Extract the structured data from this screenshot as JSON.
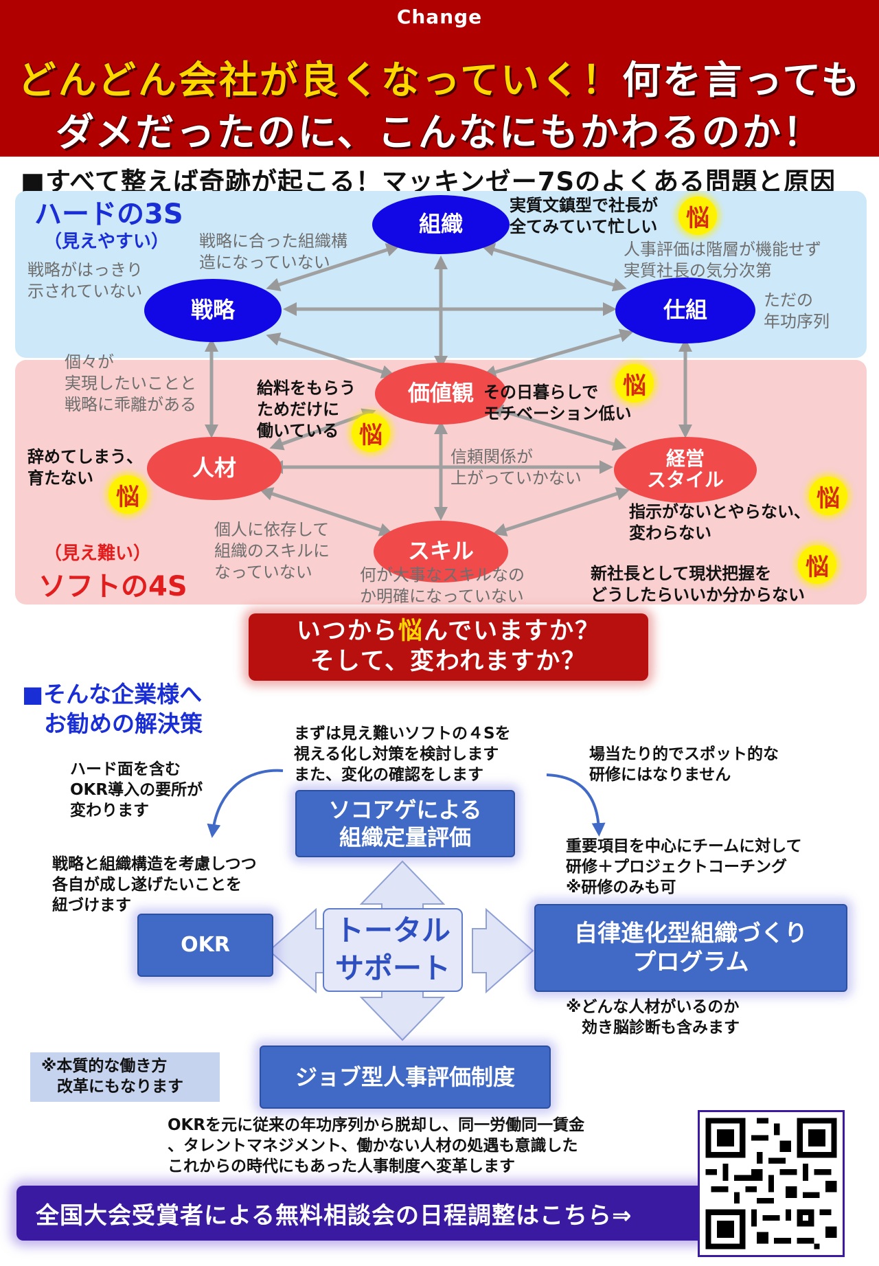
{
  "header": {
    "tag": "Change",
    "line1_a": "どんどん会社が良くなっていく！",
    "line1_b": "何を言っても",
    "line2": "ダメだったのに、こんなにもかわるのか！"
  },
  "section1_title": "■すべて整えば奇跡が起こる！マッキンゼー7Sのよくある問題と原因",
  "hard": {
    "title": "ハードの3S",
    "sub": "（見えやすい）"
  },
  "soft": {
    "title": "ソフトの4S",
    "sub": "（見え難い）"
  },
  "nodes": {
    "soshiki": "組織",
    "senryaku": "戦略",
    "shikumi": "仕組",
    "kachikan": "価値観",
    "jinzai": "人材",
    "keiei_1": "経営",
    "keiei_2": "スタイル",
    "skill": "スキル"
  },
  "nayami_char": "悩",
  "notes": {
    "strategy_unclear": [
      "戦略がはっきり",
      "示されていない"
    ],
    "structure_mismatch": [
      "戦略に合った組織構",
      "造になっていない"
    ],
    "president_busy": [
      "実質文鎮型で社長が",
      "全てみていて忙しい"
    ],
    "hr_eval": [
      "人事評価は階層が機能せず",
      "実質社長の気分次第"
    ],
    "seniority": [
      "ただの",
      "年功序列"
    ],
    "individual_gap": [
      "個々が",
      "実現したいことと",
      "戦略に乖離がある"
    ],
    "salary_only": [
      "給料をもらう",
      "ためだけに",
      "働いている"
    ],
    "low_motivation": [
      "その日暮らしで",
      "モチベーション低い"
    ],
    "quit": [
      "辞めてしまう、",
      "育たない"
    ],
    "trust": [
      "信頼関係が",
      "上がっていかない"
    ],
    "no_instruction": [
      "指示がないとやらない、",
      "変わらない"
    ],
    "depends_person": [
      "個人に依存して",
      "組織のスキルに",
      "なっていない"
    ],
    "skill_unclear": [
      "何が大事なスキルなの",
      "か明確になっていない"
    ],
    "new_president": [
      "新社長として現状把握を",
      "どうしたらいいか分からない"
    ]
  },
  "question": {
    "line1_a": "いつから",
    "line1_b": "悩",
    "line1_c": "んでいますか？",
    "line2": "そして、変われますか？"
  },
  "section2_title": [
    "■そんな企業様へ",
    "お勧めの解決策"
  ],
  "solutions": {
    "intro": [
      "まずは見え難いソフトの４Sを",
      "視える化し対策を検討します",
      "また、変化の確認をします"
    ],
    "okr_note": [
      "ハード面を含む",
      "OKR導入の要所が",
      "変わります"
    ],
    "spot_note": [
      "場当たり的でスポット的な",
      "研修にはなりません"
    ],
    "sokoage": [
      "ソコアゲによる",
      "組織定量評価"
    ],
    "priority_note": [
      "重要項目を中心にチームに対して",
      "研修＋プロジェクトコーチング",
      "※研修のみも可"
    ],
    "okr_desc": [
      "戦略と組織構造を考慮しつつ",
      "各自が成し遂げたいことを",
      "紐づけます"
    ],
    "okr": "OKR",
    "total": [
      "トータル",
      "サポート"
    ],
    "program": [
      "自律進化型組織づくり",
      "プログラム"
    ],
    "brain_note": [
      "※どんな人材がいるのか",
      "　効き脳診断も含みます"
    ],
    "work_note": [
      "※本質的な働き方",
      "　改革にもなります"
    ],
    "job": "ジョブ型人事評価制度",
    "job_desc": [
      "OKRを元に従来の年功序列から脱却し、同一労働同一賃金",
      "、タレントマネジメント、働かない人材の処遇も意識した",
      "これからの時代にもあった人事制度へ変革します"
    ]
  },
  "cta": "全国大会受賞者による無料相談会の日程調整はこちら⇒",
  "colors": {
    "header_red": "#b00000",
    "hard_blue": "#1208e6",
    "soft_red": "#f04a4a",
    "accent_blue": "#4169c6",
    "cta_purple": "#3a1aa0"
  }
}
